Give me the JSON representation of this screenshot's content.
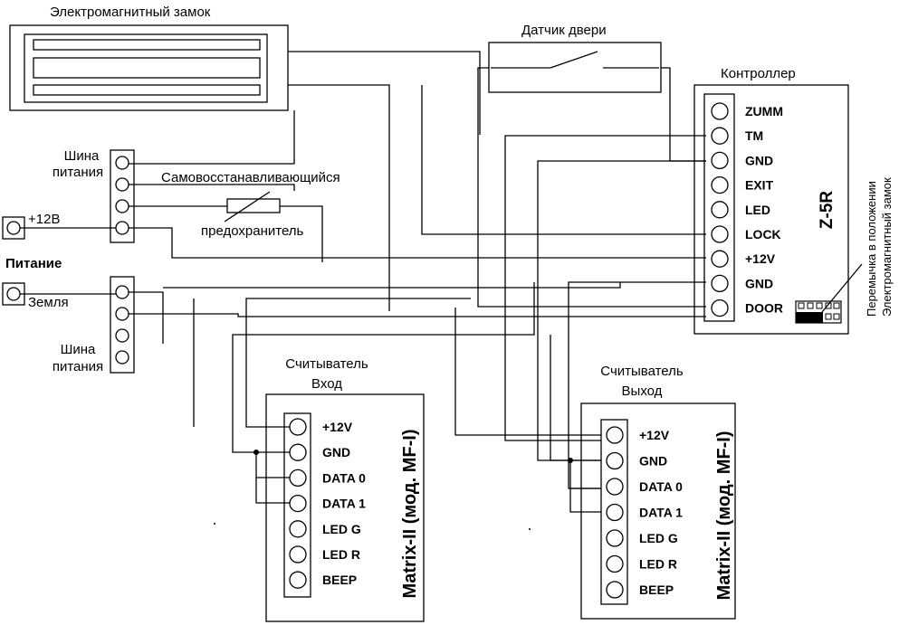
{
  "lock": {
    "title": "Электромагнитный замок"
  },
  "door_sensor": {
    "title": "Датчик двери"
  },
  "controller": {
    "title": "Контроллер",
    "name": "Z-5R",
    "pins": [
      "ZUMM",
      "TM",
      "GND",
      "EXIT",
      "LED",
      "LOCK",
      "+12V",
      "GND",
      "DOOR"
    ],
    "jumper_note_line1": "Перемычка в положении",
    "jumper_note_line2": "Электромагнитный замок"
  },
  "power_bus_top": {
    "label_line1": "Шина",
    "label_line2": "питания"
  },
  "power_bus_bottom": {
    "label_line1": "Шина",
    "label_line2": "питания"
  },
  "fuse": {
    "label_top": "Самовосстанавливающийся",
    "label_bottom": "предохранитель"
  },
  "power": {
    "plus_label": "+12В",
    "title": "Питание",
    "ground_label": "Земля"
  },
  "reader_in": {
    "title_line1": "Считыватель",
    "title_line2": "Вход",
    "model": "Matrix-II (мод. MF-I)",
    "pins": [
      "+12V",
      "GND",
      "DATA 0",
      "DATA 1",
      "LED G",
      "LED R",
      "BEEP"
    ]
  },
  "reader_out": {
    "title_line1": "Считыватель",
    "title_line2": "Выход",
    "model": "Matrix-II (мод. MF-I)",
    "pins": [
      "+12V",
      "GND",
      "DATA 0",
      "DATA 1",
      "LED G",
      "LED R",
      "BEEP"
    ]
  }
}
